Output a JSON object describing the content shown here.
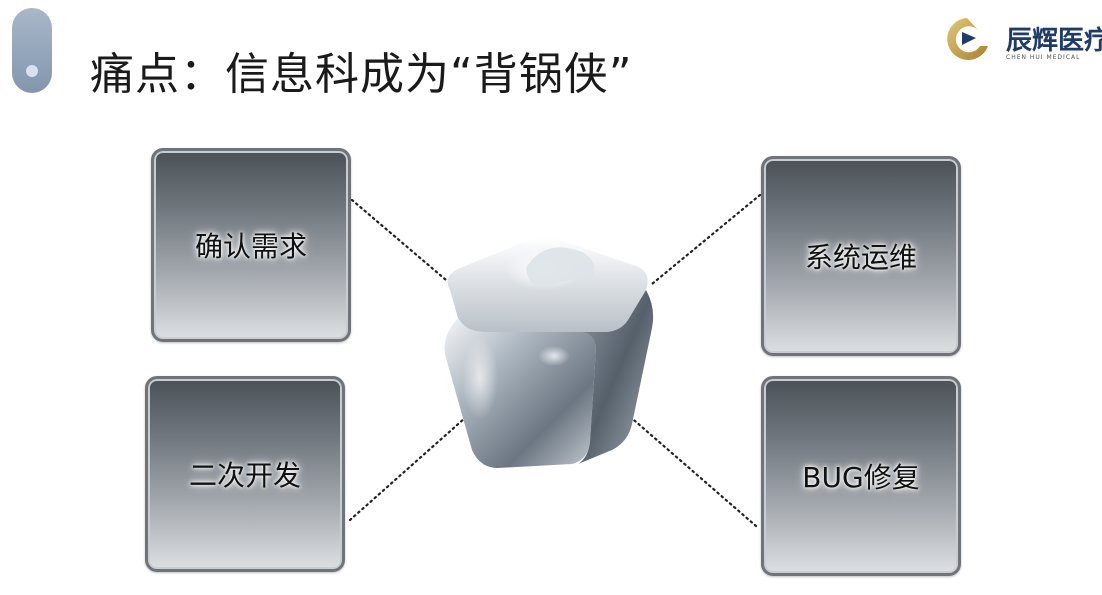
{
  "header": {
    "title": "痛点：信息科成为“背锅侠”"
  },
  "logo": {
    "name": "辰辉医疗",
    "subtitle": "CHEN HUI MEDICAL"
  },
  "diagram": {
    "center": "metallic-cube",
    "nodes": [
      {
        "label": "确认需求"
      },
      {
        "label": "二次开发"
      },
      {
        "label": "系统运维"
      },
      {
        "label": "BUG修复"
      }
    ]
  },
  "colors": {
    "accent": "#8296ad",
    "logo_gold": "#c8a24a",
    "logo_navy": "#1f3b6a"
  }
}
